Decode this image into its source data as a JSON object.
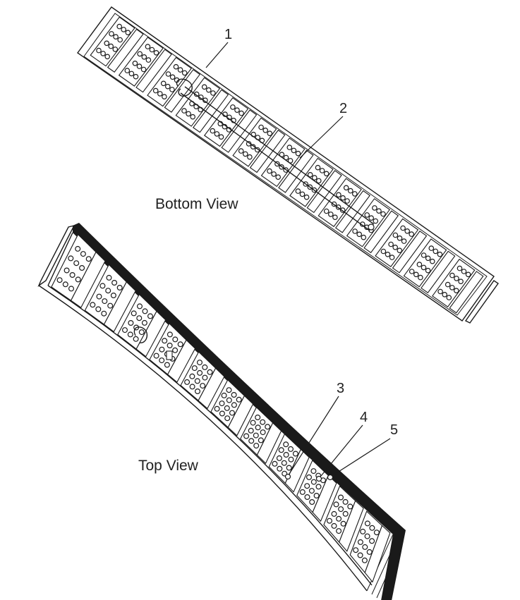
{
  "views": [
    {
      "id": "bottom",
      "label": "Bottom View"
    },
    {
      "id": "top",
      "label": "Top View"
    }
  ],
  "callouts": [
    {
      "number": "1",
      "view": "bottom"
    },
    {
      "number": "2",
      "view": "bottom"
    },
    {
      "number": "3",
      "view": "top"
    },
    {
      "number": "4",
      "view": "top"
    },
    {
      "number": "5",
      "view": "top"
    }
  ],
  "colors": {
    "line": "#1a1a1a",
    "background": "#ffffff"
  }
}
